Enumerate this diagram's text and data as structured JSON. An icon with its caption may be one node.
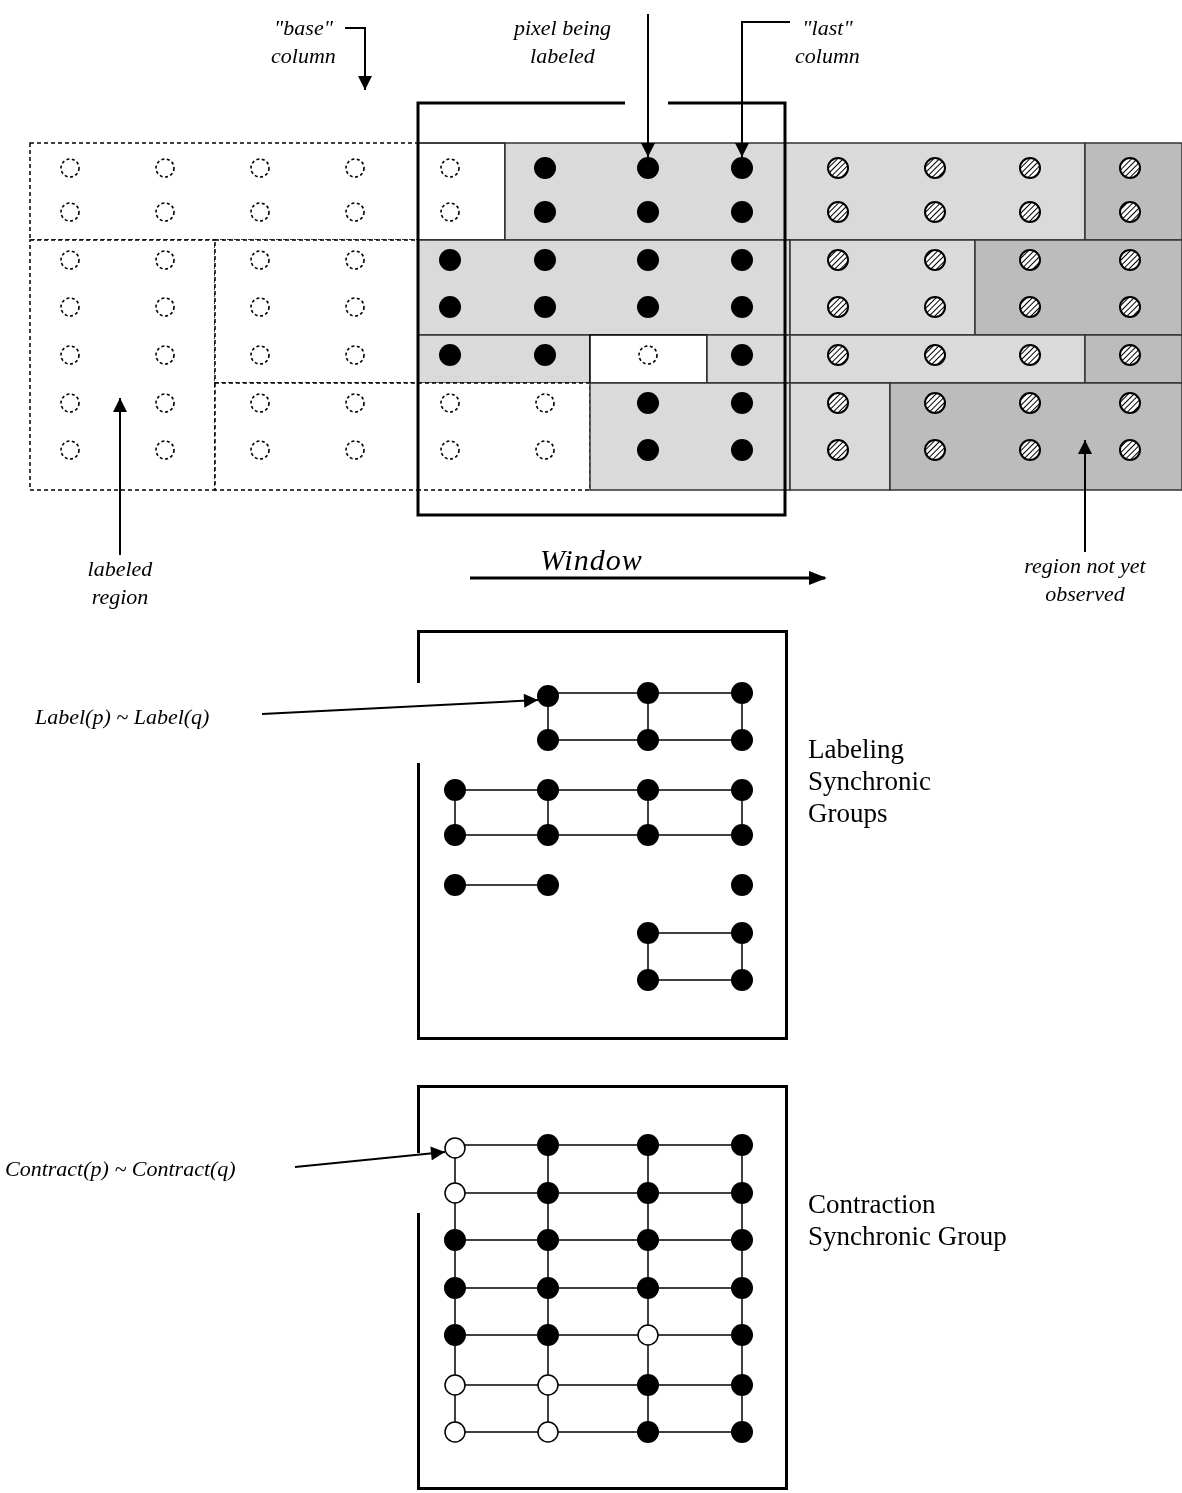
{
  "diagram": {
    "nodes": [
      {
        "text": [
          "\"base\" column"
        ]
      },
      {
        "text": [
          "pixel being labeled"
        ]
      },
      {
        "text": [
          "\"last\" column"
        ]
      },
      {
        "text": [],
        "shape": "circle"
      },
      {
        "text": [],
        "shape": "circle"
      },
      {
        "text": [
          "labeled region"
        ]
      },
      {
        "text": [
          "region not yet observed"
        ]
      },
      {
        "text": [],
        "shape": "box",
        "beside": [
          "Labeling Synchronic Groups"
        ]
      },
      {
        "text": [
          "Label(p) ~ Label(q)"
        ]
      },
      {
        "text": [],
        "shape": "circle",
        "in": 7
      },
      {
        "text": [],
        "shape": "box",
        "beside": [
          "Contraction Synchronic Group"
        ]
      },
      {
        "text": [
          "Contract(p) ~ Contract(q)"
        ]
      },
      {
        "text": [],
        "shape": "circle",
        "in": 10
      }
    ],
    "edges": [
      {
        "from": 0,
        "to": null,
        "arrow": "to"
      },
      {
        "from": 1,
        "to": 3,
        "arrow": "to"
      },
      {
        "from": 2,
        "to": 4,
        "arrow": "to"
      },
      {
        "from": 5,
        "to": null,
        "arrow": "to"
      },
      {
        "from": 6,
        "to": null,
        "arrow": "to"
      },
      {
        "from": 8,
        "to": 9,
        "arrow": "to"
      },
      {
        "from": 11,
        "to": 12,
        "arrow": "to"
      }
    ],
    "labels": [
      "Window"
    ]
  }
}
